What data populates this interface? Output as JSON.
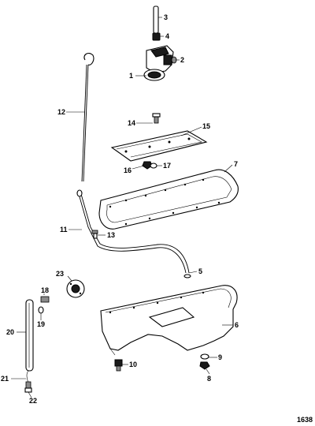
{
  "callouts": {
    "c1": "1",
    "c2": "2",
    "c3": "3",
    "c4": "4",
    "c5": "5",
    "c6": "6",
    "c7": "7",
    "c8": "8",
    "c9": "9",
    "c10": "10",
    "c11": "11",
    "c12": "12",
    "c13": "13",
    "c14": "14",
    "c15": "15",
    "c16": "16",
    "c17": "17",
    "c18": "18",
    "c19": "19",
    "c20": "20",
    "c21": "21",
    "c22": "22",
    "c23": "23"
  },
  "figure_id": "1638"
}
